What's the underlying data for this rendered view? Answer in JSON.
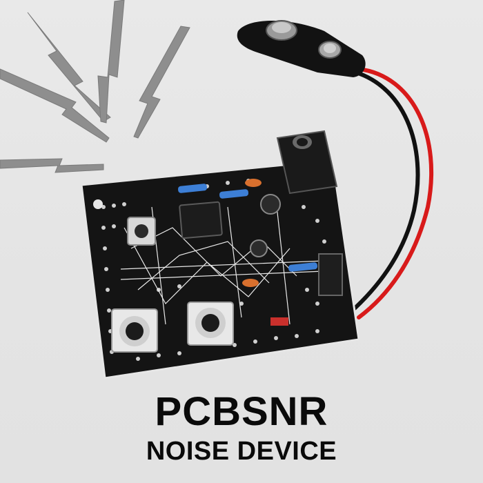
{
  "product": {
    "name": "PCBSNR",
    "subtitle": "NOISE DEVICE"
  },
  "colors": {
    "background": "#e6e6e6",
    "board": "#111111",
    "silkscreen": "#f2f2f2",
    "lightning": "#8a8a8a",
    "wire_red": "#d81a1a",
    "wire_black": "#111111",
    "title_text": "#0a0a0a"
  },
  "icons": {
    "sparks": "lightning-bolt-burst"
  }
}
